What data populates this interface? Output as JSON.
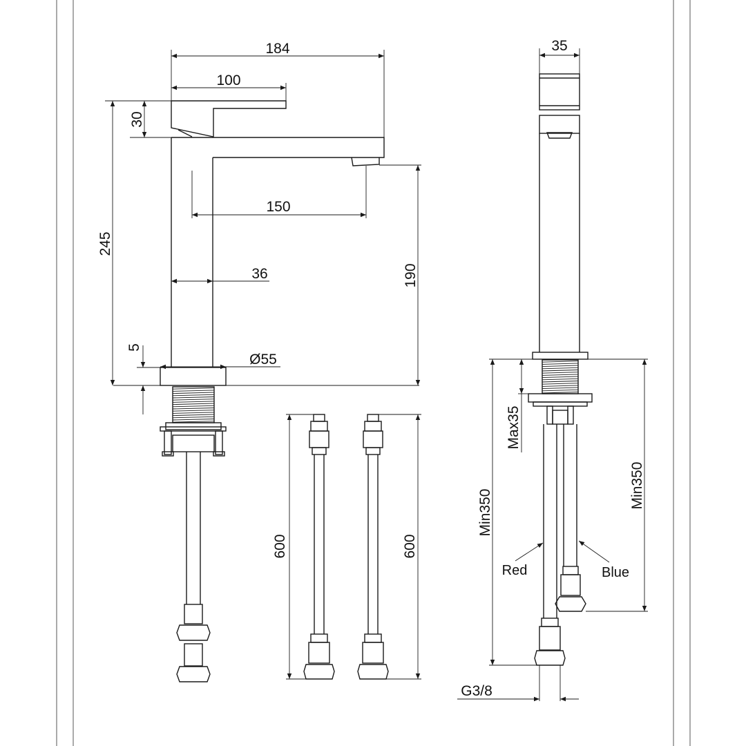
{
  "dimensions": {
    "total_length": "184",
    "handle_length": "100",
    "handle_height": "30",
    "total_height": "245",
    "spout_reach": "150",
    "spout_height": "190",
    "body_width": "36",
    "base_diameter": "Ø55",
    "base_height": "5",
    "side_width": "35",
    "hose_length_1": "600",
    "hose_length_2": "600",
    "max_counter": "Max35",
    "min_hose_1": "Min350",
    "min_hose_2": "Min350",
    "thread": "G3/8"
  },
  "labels": {
    "red": "Red",
    "blue": "Blue"
  },
  "colors": {
    "line": "#1a1a1a",
    "frame": "#555555",
    "background": "#ffffff"
  }
}
